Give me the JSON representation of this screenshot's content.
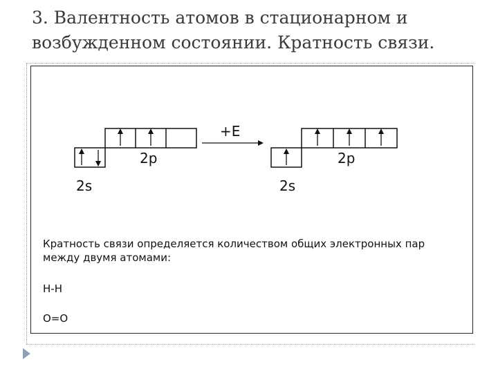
{
  "slide": {
    "title": "3. Валентность атомов в стационарном и возбужденном состоянии. Кратность связи."
  },
  "diagram": {
    "ground_state": {
      "label_2s": "2s",
      "label_2p": "2p"
    },
    "arrow_label": "+E",
    "excited_state": {
      "label_2s": "2s",
      "label_2p": "2p"
    }
  },
  "body": {
    "text": "Кратность связи определяется количеством общих электронных пар между двумя атомами:",
    "formula_1": "Н-Н",
    "formula_2": "О=О"
  },
  "colors": {
    "title": "#3a3a3a",
    "nav_arrow": "#8fa0b6",
    "border": "#222222"
  }
}
